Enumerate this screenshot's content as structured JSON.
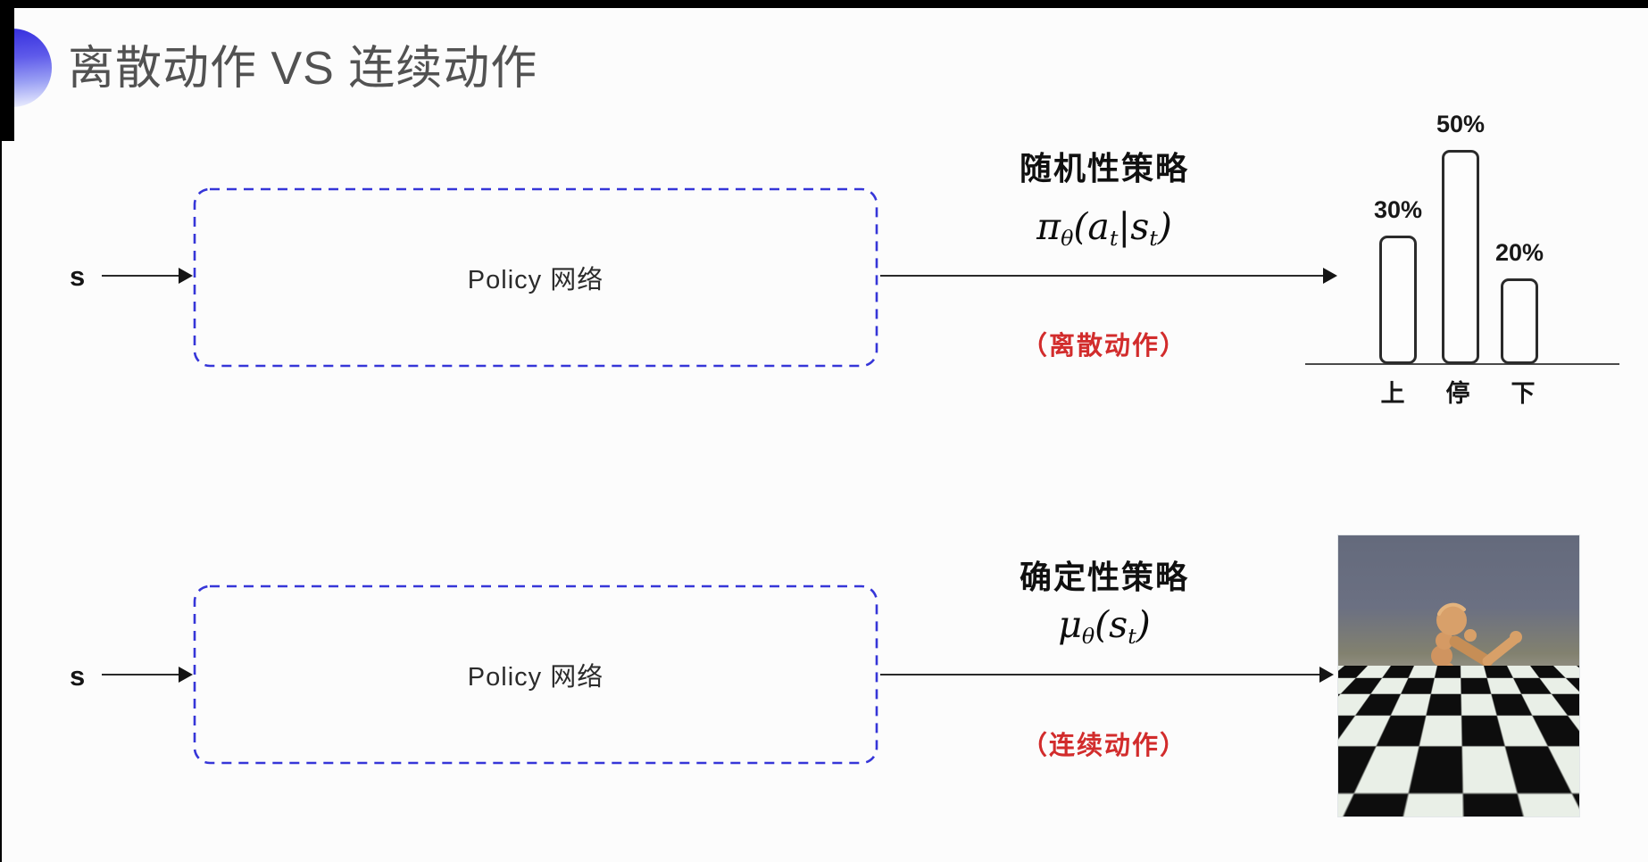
{
  "header": {
    "title": "离散动作 VS 连续动作",
    "bullet_icon": "blue-gradient-semicircle"
  },
  "rows": [
    {
      "input_label": "s",
      "box_label": "Policy 网络",
      "policy_title": "随机性策略",
      "formula": {
        "p1": "π",
        "s1": "θ",
        "p2": "(a",
        "s2": "t",
        "p3": "|s",
        "s3": "t",
        "p4": ")"
      },
      "note": "（离散动作）"
    },
    {
      "input_label": "s",
      "box_label": "Policy 网络",
      "policy_title": "确定性策略",
      "formula": {
        "p1": "μ",
        "s1": "θ",
        "p2": "(s",
        "s2": "t",
        "p3": ")"
      },
      "note": "（连续动作）"
    }
  ],
  "chart_data": {
    "type": "bar",
    "categories": [
      "上",
      "停",
      "下"
    ],
    "values": [
      30,
      50,
      20
    ],
    "value_labels": [
      "30%",
      "50%",
      "20%"
    ],
    "title": "",
    "xlabel": "",
    "ylabel": "",
    "ylim": [
      0,
      55
    ],
    "grid": false,
    "legend": false,
    "bar_style": "outlined rounded unfilled bars, baseline axis only"
  },
  "simulation_image": {
    "description": "humanoid robot running on checkerboard floor",
    "sky_top": "#646a7c",
    "sky_horizon": "#8f8d80",
    "tile_dark": "#0d0d0d",
    "tile_light": "#e9efe7",
    "body_color": "#d59a64"
  },
  "colors": {
    "box_border": "#3636d8",
    "note_red": "#d22c2c",
    "accent_blue": "#3b35e0",
    "title_gray": "#525252",
    "arrow": "#141414"
  }
}
